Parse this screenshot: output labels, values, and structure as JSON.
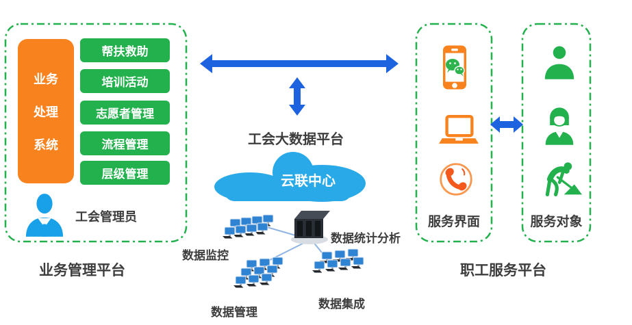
{
  "left_platform": {
    "label": "业务管理平台",
    "system_box": {
      "lines": [
        "业务",
        "处理",
        "系统"
      ]
    },
    "modules": [
      "帮扶救助",
      "培训活动",
      "志愿者管理",
      "流程管理",
      "层级管理"
    ],
    "admin": {
      "label": "工会管理员",
      "icon": "business-admin-icon"
    }
  },
  "center": {
    "title": "工会大数据平台",
    "cloud_label": "云联中心",
    "network": {
      "monitor_label": "数据监控",
      "stats_label": "数据统计分析",
      "manage_label": "数据管理",
      "integrate_label": "数据集成"
    }
  },
  "right_platform": {
    "label": "职工服务平台",
    "service_ui": {
      "label": "服务界面",
      "icons": [
        "wechat-phone-icon",
        "laptop-icon",
        "telephone-icon"
      ]
    },
    "service_target": {
      "label": "服务对象",
      "icons": [
        "member-icon",
        "female-member-icon",
        "worker-icon"
      ]
    }
  },
  "colors": {
    "green": "#22b14c",
    "orange": "#f8821d",
    "arrow_blue": "#1d63e0",
    "cloud_blue": "#29a9e8",
    "admin_blue": "#18a0e8",
    "text_dark": "#3d3d3d",
    "network_line": "#8fb4e3",
    "monitor_blue": "#2f83d3"
  }
}
